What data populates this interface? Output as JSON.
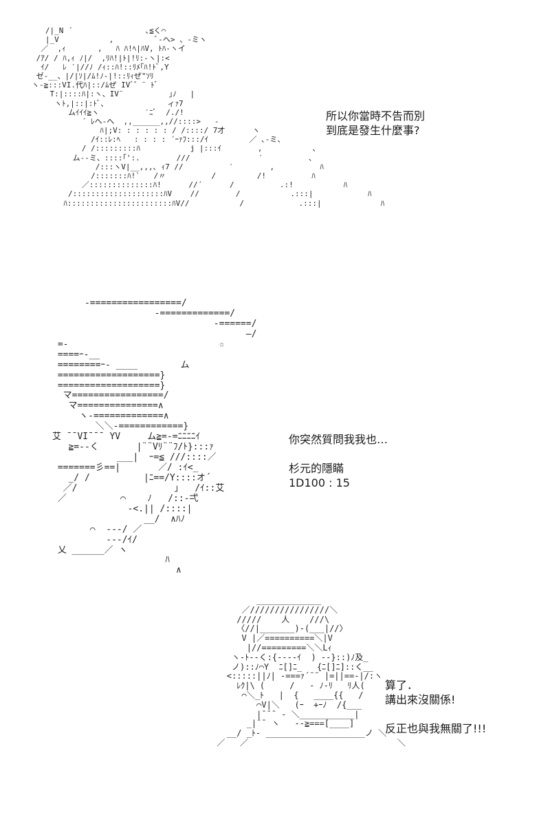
{
  "captions": {
    "first": [
      "所以你當時不告而別",
      "到底是發生什麼事?"
    ],
    "second": {
      "speech": "你突然質問我我也…",
      "event": "杉元的隱瞞",
      "roll": "1D100 : 15"
    },
    "third": {
      "lines": [
        "算了．",
        "講出來沒關係!"
      ],
      "shout": "反正也與我無關了!!!"
    }
  }
}
